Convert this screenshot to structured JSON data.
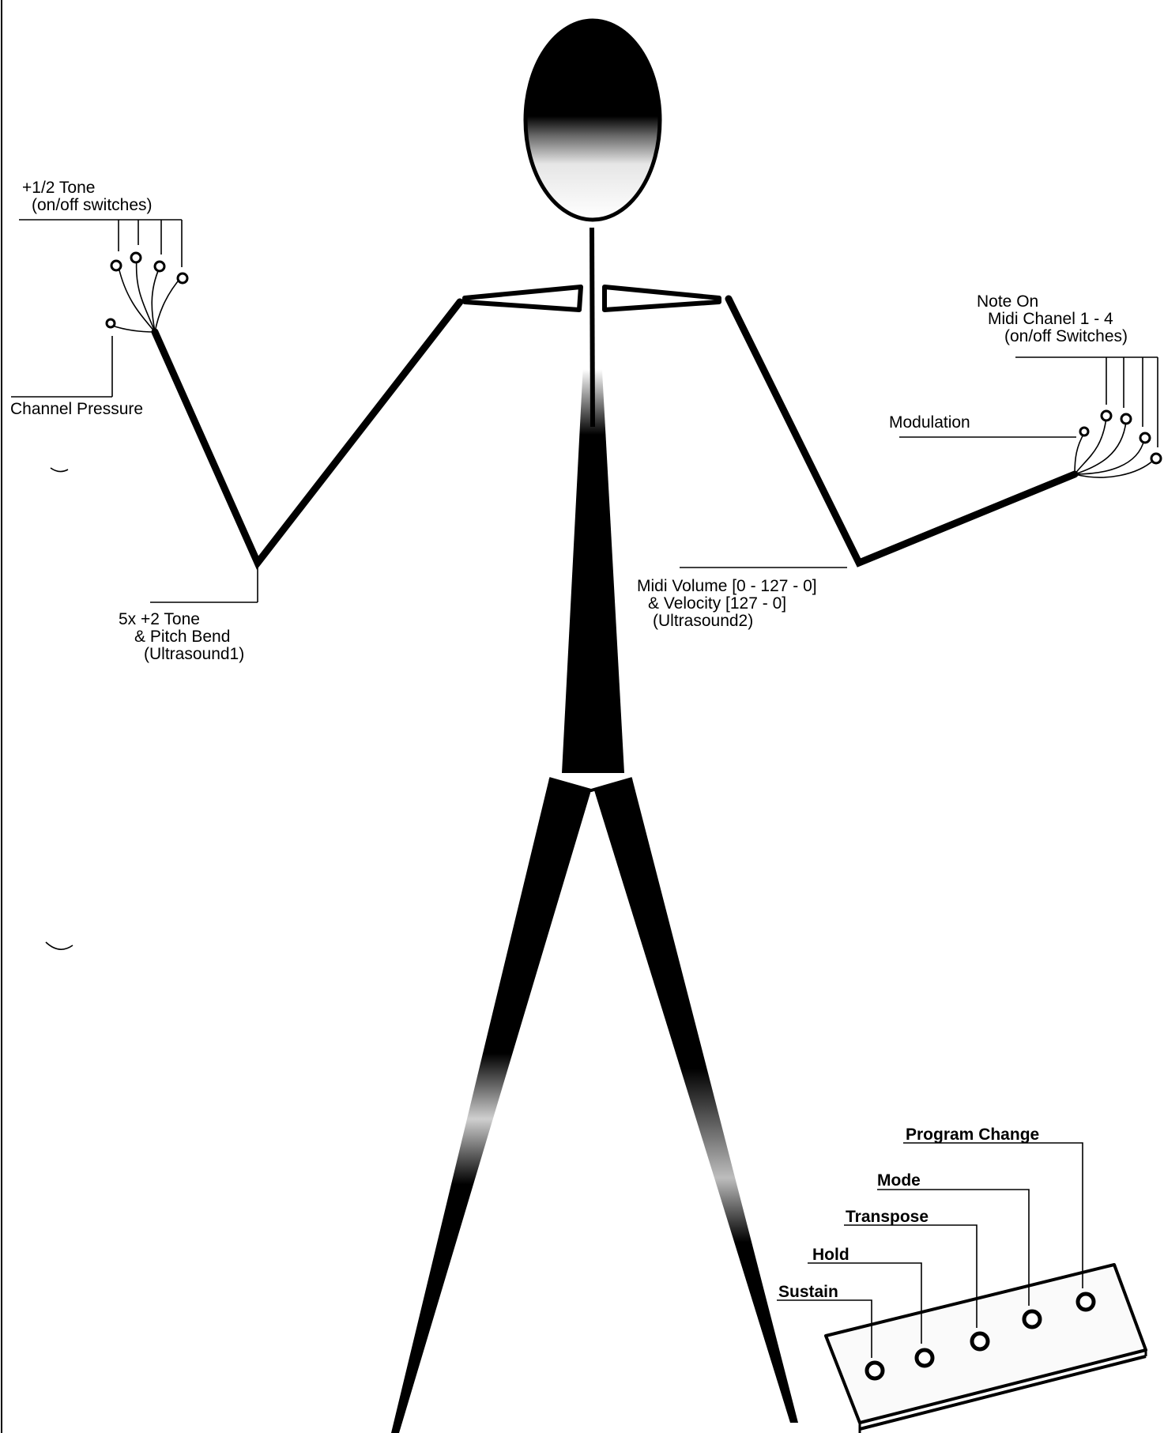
{
  "labels": {
    "half_tone": "+1/2 Tone",
    "half_tone_sub": "(on/off switches)",
    "channel_pressure": "Channel Pressure",
    "left_elbow_1": "5x +2 Tone",
    "left_elbow_2": "& Pitch Bend",
    "left_elbow_3": "(Ultrasound1)",
    "note_on_1": "Note On",
    "note_on_2": "Midi Chanel 1 - 4",
    "note_on_3": "(on/off Switches)",
    "modulation": "Modulation",
    "right_elbow_1": "Midi Volume [0 - 127 - 0]",
    "right_elbow_2": "& Velocity [127 - 0]",
    "right_elbow_3": "(Ultrasound2)"
  },
  "pedalboard": {
    "buttons": [
      "Sustain",
      "Hold",
      "Transpose",
      "Mode",
      "Program Change"
    ]
  }
}
